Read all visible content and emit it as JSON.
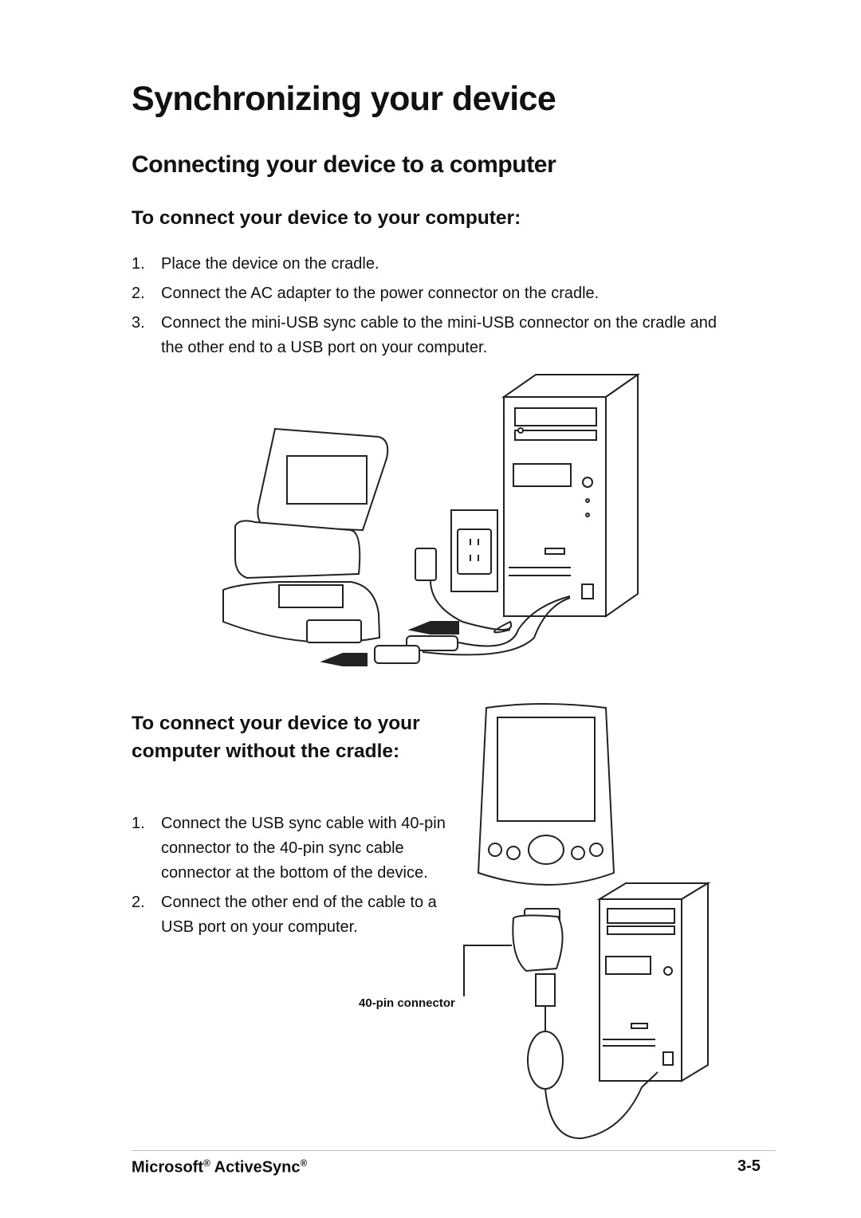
{
  "page": {
    "title": "Synchronizing your device",
    "section_title": "Connecting your device to a computer",
    "subsection1": "To connect your device to your computer:",
    "steps1": [
      {
        "num": "1.",
        "text": "Place the device on the cradle."
      },
      {
        "num": "2.",
        "text": "Connect the AC adapter to the power connector on the cradle."
      },
      {
        "num": "3.",
        "text": "Connect the mini-USB sync cable to the mini-USB connector on the cradle and the other end to a USB port on your computer."
      }
    ],
    "subsection2": "To connect your device to your computer without the cradle:",
    "steps2": [
      {
        "num": "1.",
        "text": "Connect the USB sync cable with 40-pin connector to the 40-pin sync cable connector at the bottom of the device."
      },
      {
        "num": "2.",
        "text": "Connect the other end of the cable to a USB port on your computer."
      }
    ],
    "connector_caption": "40-pin connector"
  },
  "footer": {
    "brand1": "Microsoft",
    "reg1": "®",
    "brand2": " ActiveSync",
    "reg2": "®",
    "page_number": "3-5"
  }
}
